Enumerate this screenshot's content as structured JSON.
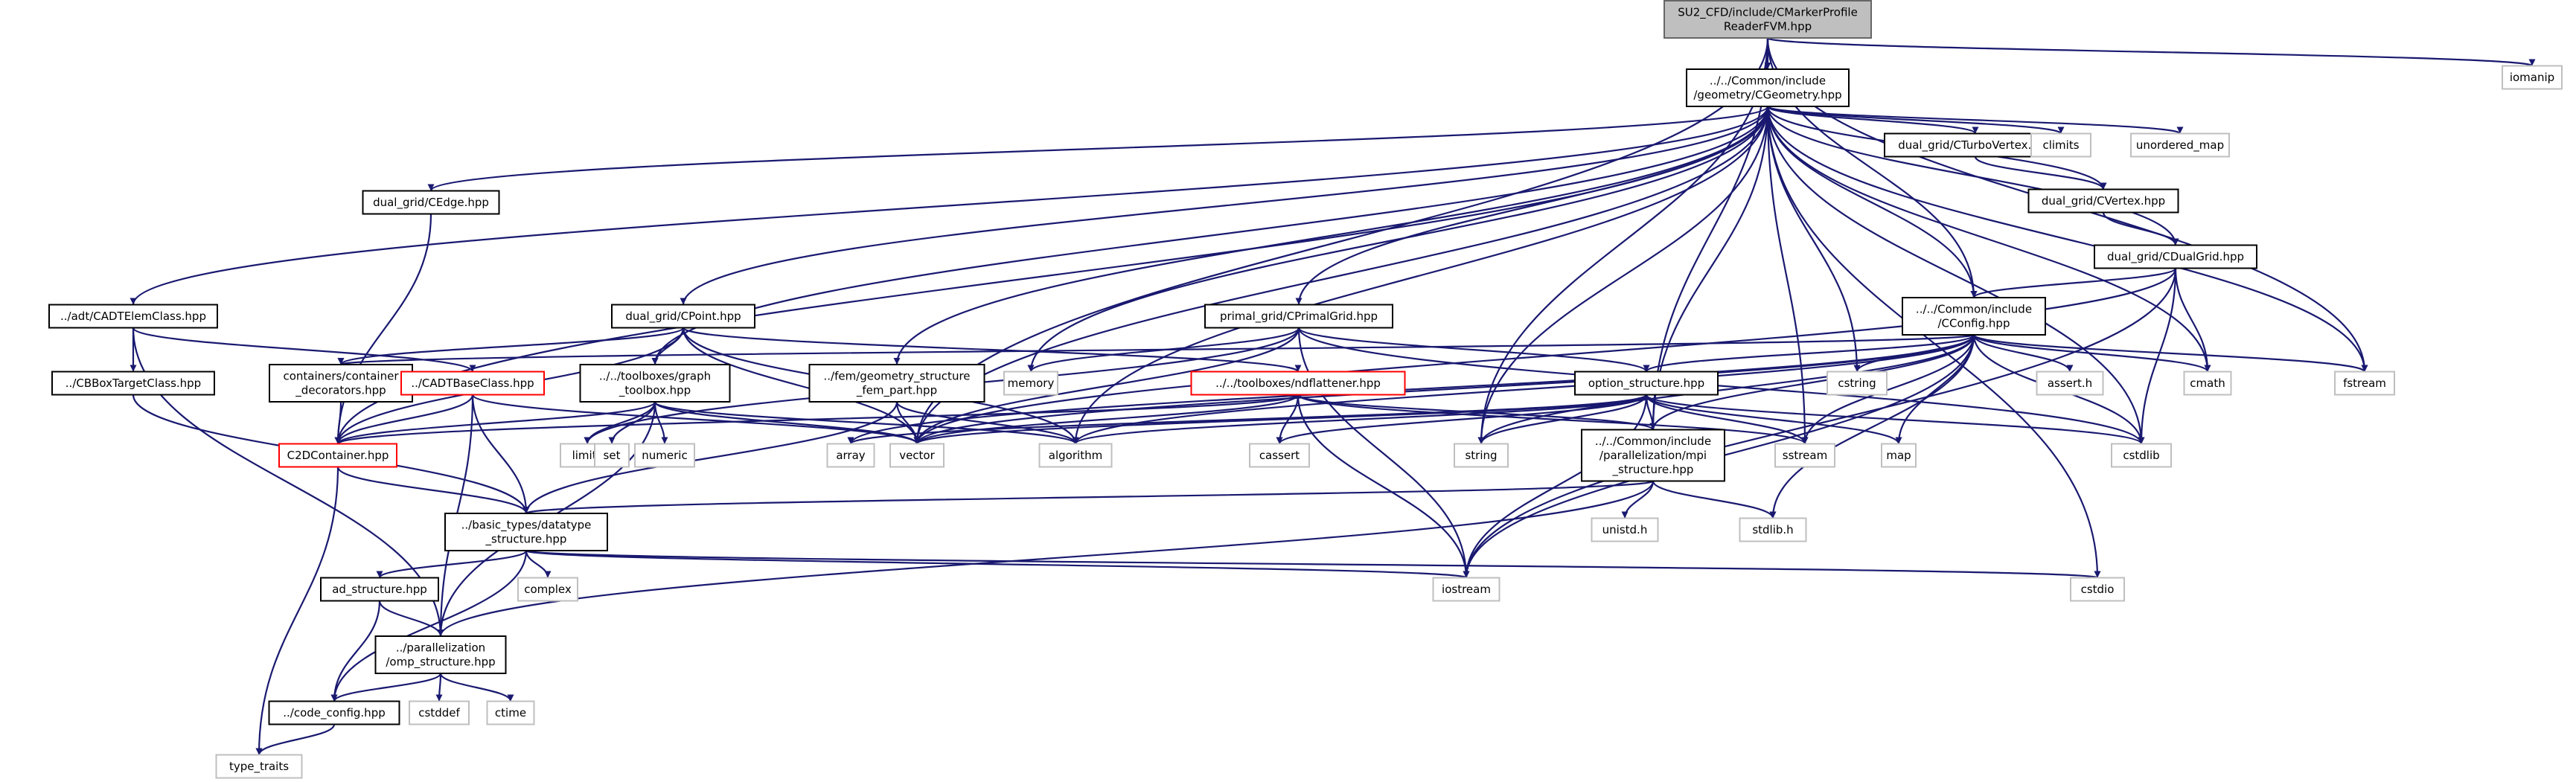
{
  "colors": {
    "edge": "#191970",
    "root_fill": "#bfbfbf",
    "highlight": "#ff0000",
    "external": "#bfbfbf"
  },
  "nodes": [
    {
      "id": "root",
      "style": "root",
      "lines": [
        "SU2_CFD/include/CMarkerProfile",
        "ReaderFVM.hpp"
      ]
    },
    {
      "id": "cgeometry",
      "style": "normal",
      "lines": [
        "../../Common/include",
        "/geometry/CGeometry.hpp"
      ]
    },
    {
      "id": "iomanip",
      "style": "external",
      "lines": [
        "iomanip"
      ]
    },
    {
      "id": "cedge",
      "style": "normal",
      "lines": [
        "dual_grid/CEdge.hpp"
      ]
    },
    {
      "id": "cturbovertex",
      "style": "normal",
      "lines": [
        "dual_grid/CTurboVertex.hpp"
      ]
    },
    {
      "id": "climits",
      "style": "external",
      "lines": [
        "climits"
      ]
    },
    {
      "id": "unordered_map",
      "style": "external",
      "lines": [
        "unordered_map"
      ]
    },
    {
      "id": "cvertex",
      "style": "normal",
      "lines": [
        "dual_grid/CVertex.hpp"
      ]
    },
    {
      "id": "cdualgrid",
      "style": "normal",
      "lines": [
        "dual_grid/CDualGrid.hpp"
      ]
    },
    {
      "id": "cadtelem",
      "style": "normal",
      "lines": [
        "../adt/CADTElemClass.hpp"
      ]
    },
    {
      "id": "cpoint",
      "style": "normal",
      "lines": [
        "dual_grid/CPoint.hpp"
      ]
    },
    {
      "id": "cprimalgrid",
      "style": "normal",
      "lines": [
        "primal_grid/CPrimalGrid.hpp"
      ]
    },
    {
      "id": "cconfig",
      "style": "normal",
      "lines": [
        "../../Common/include",
        "/CConfig.hpp"
      ]
    },
    {
      "id": "cbbox",
      "style": "normal",
      "lines": [
        "../CBBoxTargetClass.hpp"
      ]
    },
    {
      "id": "containers",
      "style": "normal",
      "lines": [
        "containers/container",
        "_decorators.hpp"
      ]
    },
    {
      "id": "cadtbase",
      "style": "red",
      "lines": [
        "../CADTBaseClass.hpp"
      ]
    },
    {
      "id": "graphtoolbox",
      "style": "normal",
      "lines": [
        "../../toolboxes/graph",
        "_toolbox.hpp"
      ]
    },
    {
      "id": "fempart",
      "style": "normal",
      "lines": [
        "../fem/geometry_structure",
        "_fem_part.hpp"
      ]
    },
    {
      "id": "memory",
      "style": "external",
      "lines": [
        "memory"
      ]
    },
    {
      "id": "ndflattener",
      "style": "red",
      "lines": [
        "../../toolboxes/ndflattener.hpp"
      ]
    },
    {
      "id": "optionstructure",
      "style": "normal",
      "lines": [
        "option_structure.hpp"
      ]
    },
    {
      "id": "cstring",
      "style": "external",
      "lines": [
        "cstring"
      ]
    },
    {
      "id": "asserth",
      "style": "external",
      "lines": [
        "assert.h"
      ]
    },
    {
      "id": "cmath",
      "style": "external",
      "lines": [
        "cmath"
      ]
    },
    {
      "id": "fstream",
      "style": "external",
      "lines": [
        "fstream"
      ]
    },
    {
      "id": "c2dcontainer",
      "style": "red",
      "lines": [
        "C2DContainer.hpp"
      ]
    },
    {
      "id": "limits",
      "style": "external",
      "lines": [
        "limits"
      ]
    },
    {
      "id": "set",
      "style": "external",
      "lines": [
        "set"
      ]
    },
    {
      "id": "numeric",
      "style": "external",
      "lines": [
        "numeric"
      ]
    },
    {
      "id": "array",
      "style": "external",
      "lines": [
        "array"
      ]
    },
    {
      "id": "vector",
      "style": "external",
      "lines": [
        "vector"
      ]
    },
    {
      "id": "algorithm",
      "style": "external",
      "lines": [
        "algorithm"
      ]
    },
    {
      "id": "cassert",
      "style": "external",
      "lines": [
        "cassert"
      ]
    },
    {
      "id": "string",
      "style": "external",
      "lines": [
        "string"
      ]
    },
    {
      "id": "mpistructure",
      "style": "normal",
      "lines": [
        "../../Common/include",
        "/parallelization/mpi",
        "_structure.hpp"
      ]
    },
    {
      "id": "sstream",
      "style": "external",
      "lines": [
        "sstream"
      ]
    },
    {
      "id": "map",
      "style": "external",
      "lines": [
        "map"
      ]
    },
    {
      "id": "cstdlib",
      "style": "external",
      "lines": [
        "cstdlib"
      ]
    },
    {
      "id": "datatype",
      "style": "normal",
      "lines": [
        "../basic_types/datatype",
        "_structure.hpp"
      ]
    },
    {
      "id": "unistdh",
      "style": "external",
      "lines": [
        "unistd.h"
      ]
    },
    {
      "id": "stdlibh",
      "style": "external",
      "lines": [
        "stdlib.h"
      ]
    },
    {
      "id": "adstructure",
      "style": "normal",
      "lines": [
        "ad_structure.hpp"
      ]
    },
    {
      "id": "complex",
      "style": "external",
      "lines": [
        "complex"
      ]
    },
    {
      "id": "iostream",
      "style": "external",
      "lines": [
        "iostream"
      ]
    },
    {
      "id": "cstdio",
      "style": "external",
      "lines": [
        "cstdio"
      ]
    },
    {
      "id": "ompstructure",
      "style": "normal",
      "lines": [
        "../parallelization",
        "/omp_structure.hpp"
      ]
    },
    {
      "id": "codeconfig",
      "style": "normal",
      "lines": [
        "../code_config.hpp"
      ]
    },
    {
      "id": "cstddef",
      "style": "external",
      "lines": [
        "cstddef"
      ]
    },
    {
      "id": "ctime",
      "style": "external",
      "lines": [
        "ctime"
      ]
    },
    {
      "id": "typetraits",
      "style": "external",
      "lines": [
        "type_traits"
      ]
    }
  ],
  "edges": [
    [
      "root",
      "cgeometry"
    ],
    [
      "root",
      "iomanip"
    ],
    [
      "root",
      "cconfig"
    ],
    [
      "root",
      "mpistructure"
    ],
    [
      "root",
      "vector"
    ],
    [
      "root",
      "string"
    ],
    [
      "root",
      "fstream"
    ],
    [
      "cgeometry",
      "cedge"
    ],
    [
      "cgeometry",
      "cturbovertex"
    ],
    [
      "cgeometry",
      "climits"
    ],
    [
      "cgeometry",
      "unordered_map"
    ],
    [
      "cgeometry",
      "cvertex"
    ],
    [
      "cgeometry",
      "cdualgrid"
    ],
    [
      "cgeometry",
      "cadtelem"
    ],
    [
      "cgeometry",
      "cpoint"
    ],
    [
      "cgeometry",
      "cprimalgrid"
    ],
    [
      "cgeometry",
      "cconfig"
    ],
    [
      "cgeometry",
      "graphtoolbox"
    ],
    [
      "cgeometry",
      "fempart"
    ],
    [
      "cgeometry",
      "memory"
    ],
    [
      "cgeometry",
      "c2dcontainer"
    ],
    [
      "cgeometry",
      "vector"
    ],
    [
      "cgeometry",
      "algorithm"
    ],
    [
      "cgeometry",
      "string"
    ],
    [
      "cgeometry",
      "mpistructure"
    ],
    [
      "cgeometry",
      "sstream"
    ],
    [
      "cgeometry",
      "cstring"
    ],
    [
      "cgeometry",
      "cmath"
    ],
    [
      "cgeometry",
      "fstream"
    ],
    [
      "cgeometry",
      "cstdlib"
    ],
    [
      "cgeometry",
      "cstdio"
    ],
    [
      "cedge",
      "c2dcontainer"
    ],
    [
      "cturbovertex",
      "cvertex"
    ],
    [
      "cvertex",
      "cdualgrid"
    ],
    [
      "cdualgrid",
      "cconfig"
    ],
    [
      "cdualgrid",
      "vector"
    ],
    [
      "cdualgrid",
      "cstdlib"
    ],
    [
      "cdualgrid",
      "cmath"
    ],
    [
      "cdualgrid",
      "iostream"
    ],
    [
      "cadtelem",
      "cbbox"
    ],
    [
      "cadtelem",
      "cadtbase"
    ],
    [
      "cadtelem",
      "ompstructure"
    ],
    [
      "cpoint",
      "containers"
    ],
    [
      "cpoint",
      "graphtoolbox"
    ],
    [
      "cpoint",
      "c2dcontainer"
    ],
    [
      "cpoint",
      "vector"
    ],
    [
      "cpoint",
      "ndflattener"
    ],
    [
      "cpoint",
      "algorithm"
    ],
    [
      "cprimalgrid",
      "memory"
    ],
    [
      "cprimalgrid",
      "vector"
    ],
    [
      "cprimalgrid",
      "optionstructure"
    ],
    [
      "cprimalgrid",
      "iostream"
    ],
    [
      "cprimalgrid",
      "limits"
    ],
    [
      "cprimalgrid",
      "cstdlib"
    ],
    [
      "cconfig",
      "optionstructure"
    ],
    [
      "cconfig",
      "containers"
    ],
    [
      "cconfig",
      "cstring"
    ],
    [
      "cconfig",
      "asserth"
    ],
    [
      "cconfig",
      "cmath"
    ],
    [
      "cconfig",
      "fstream"
    ],
    [
      "cconfig",
      "vector"
    ],
    [
      "cconfig",
      "array"
    ],
    [
      "cconfig",
      "string"
    ],
    [
      "cconfig",
      "algorithm"
    ],
    [
      "cconfig",
      "mpistructure"
    ],
    [
      "cconfig",
      "sstream"
    ],
    [
      "cconfig",
      "map"
    ],
    [
      "cconfig",
      "cstdlib"
    ],
    [
      "cconfig",
      "iostream"
    ],
    [
      "cconfig",
      "stdlibh"
    ],
    [
      "cbbox",
      "datatype"
    ],
    [
      "containers",
      "c2dcontainer"
    ],
    [
      "cadtbase",
      "c2dcontainer"
    ],
    [
      "cadtbase",
      "vector"
    ],
    [
      "cadtbase",
      "datatype"
    ],
    [
      "cadtbase",
      "ompstructure"
    ],
    [
      "graphtoolbox",
      "c2dcontainer"
    ],
    [
      "graphtoolbox",
      "limits"
    ],
    [
      "graphtoolbox",
      "set"
    ],
    [
      "graphtoolbox",
      "numeric"
    ],
    [
      "graphtoolbox",
      "vector"
    ],
    [
      "graphtoolbox",
      "algorithm"
    ],
    [
      "graphtoolbox",
      "ompstructure"
    ],
    [
      "fempart",
      "datatype"
    ],
    [
      "fempart",
      "vector"
    ],
    [
      "fempart",
      "algorithm"
    ],
    [
      "ndflattener",
      "cassert"
    ],
    [
      "ndflattener",
      "vector"
    ],
    [
      "ndflattener",
      "c2dcontainer"
    ],
    [
      "ndflattener",
      "iostream"
    ],
    [
      "ndflattener",
      "mpistructure"
    ],
    [
      "ndflattener",
      "sstream"
    ],
    [
      "optionstructure",
      "mpistructure"
    ],
    [
      "optionstructure",
      "vector"
    ],
    [
      "optionstructure",
      "array"
    ],
    [
      "optionstructure",
      "map"
    ],
    [
      "optionstructure",
      "cassert"
    ],
    [
      "optionstructure",
      "algorithm"
    ],
    [
      "optionstructure",
      "string"
    ],
    [
      "optionstructure",
      "sstream"
    ],
    [
      "optionstructure",
      "iostream"
    ],
    [
      "optionstructure",
      "cstdlib"
    ],
    [
      "c2dcontainer",
      "datatype"
    ],
    [
      "c2dcontainer",
      "typetraits"
    ],
    [
      "mpistructure",
      "datatype"
    ],
    [
      "mpistructure",
      "unistdh"
    ],
    [
      "mpistructure",
      "stdlibh"
    ],
    [
      "mpistructure",
      "ompstructure"
    ],
    [
      "datatype",
      "adstructure"
    ],
    [
      "datatype",
      "complex"
    ],
    [
      "datatype",
      "iostream"
    ],
    [
      "datatype",
      "cstdio"
    ],
    [
      "datatype",
      "codeconfig"
    ],
    [
      "adstructure",
      "ompstructure"
    ],
    [
      "adstructure",
      "codeconfig"
    ],
    [
      "ompstructure",
      "codeconfig"
    ],
    [
      "ompstructure",
      "cstddef"
    ],
    [
      "ompstructure",
      "ctime"
    ],
    [
      "codeconfig",
      "typetraits"
    ]
  ]
}
